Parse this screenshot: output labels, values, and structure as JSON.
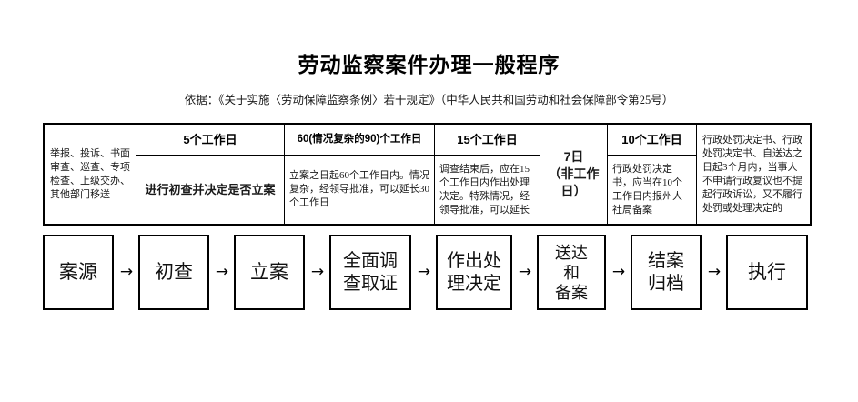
{
  "page": {
    "title": "劳动监察案件办理一般程序",
    "subtitle": "依据：《关于实施〈劳动保障监察条例〉若干规定》（中华人民共和国劳动和社会保障部令第25号）"
  },
  "table": {
    "columns": [
      {
        "id": "case-source",
        "caption": "",
        "body": "举报、投诉、书面审查、巡查、专项检查、上级交办、其他部门移送",
        "spans_full_height": true
      },
      {
        "id": "preliminary-review",
        "caption": "5个工作日",
        "body": "进行初查并决定是否立案",
        "spans_full_height": false
      },
      {
        "id": "full-investigation",
        "caption": "60(情况复杂的90)个工作日",
        "body": "立案之日起60个工作日内。情况复杂，经领导批准，可以延长30个工作日",
        "spans_full_height": false
      },
      {
        "id": "decision",
        "caption": "15个工作日",
        "body": "调查结束后，应在15个工作日内作出处理决定。特殊情况，经领导批准，可以延长",
        "spans_full_height": false
      },
      {
        "id": "service-and-record",
        "caption": "",
        "body": "7日\n（非工作日）",
        "spans_full_height": true
      },
      {
        "id": "close-and-archive",
        "caption": "10个工作日",
        "body": "行政处罚决定书，应当在10个工作日内报州人社局备案",
        "spans_full_height": false
      },
      {
        "id": "enforcement",
        "caption": "",
        "body": "行政处罚决定书、行政处罚决定书、自送达之日起3个月内，当事人不申请行政复议也不提起行政诉讼，又不履行处罚或处理决定的",
        "spans_full_height": true
      }
    ]
  },
  "flow": {
    "arrow_glyph": "→",
    "steps": [
      {
        "id": "case-source",
        "label": "案源"
      },
      {
        "id": "preliminary-review",
        "label": "初查"
      },
      {
        "id": "file-case",
        "label": "立案"
      },
      {
        "id": "full-investigation",
        "label": "全面调\n查取证"
      },
      {
        "id": "make-decision",
        "label": "作出处\n理决定"
      },
      {
        "id": "serve-and-record",
        "label": "送达\n和\n备案"
      },
      {
        "id": "close-and-archive",
        "label": "结案\n归档"
      },
      {
        "id": "enforcement",
        "label": "执行"
      }
    ]
  },
  "colors": {
    "line": "#000000",
    "text": "#1a1a1a",
    "background": "#ffffff"
  }
}
